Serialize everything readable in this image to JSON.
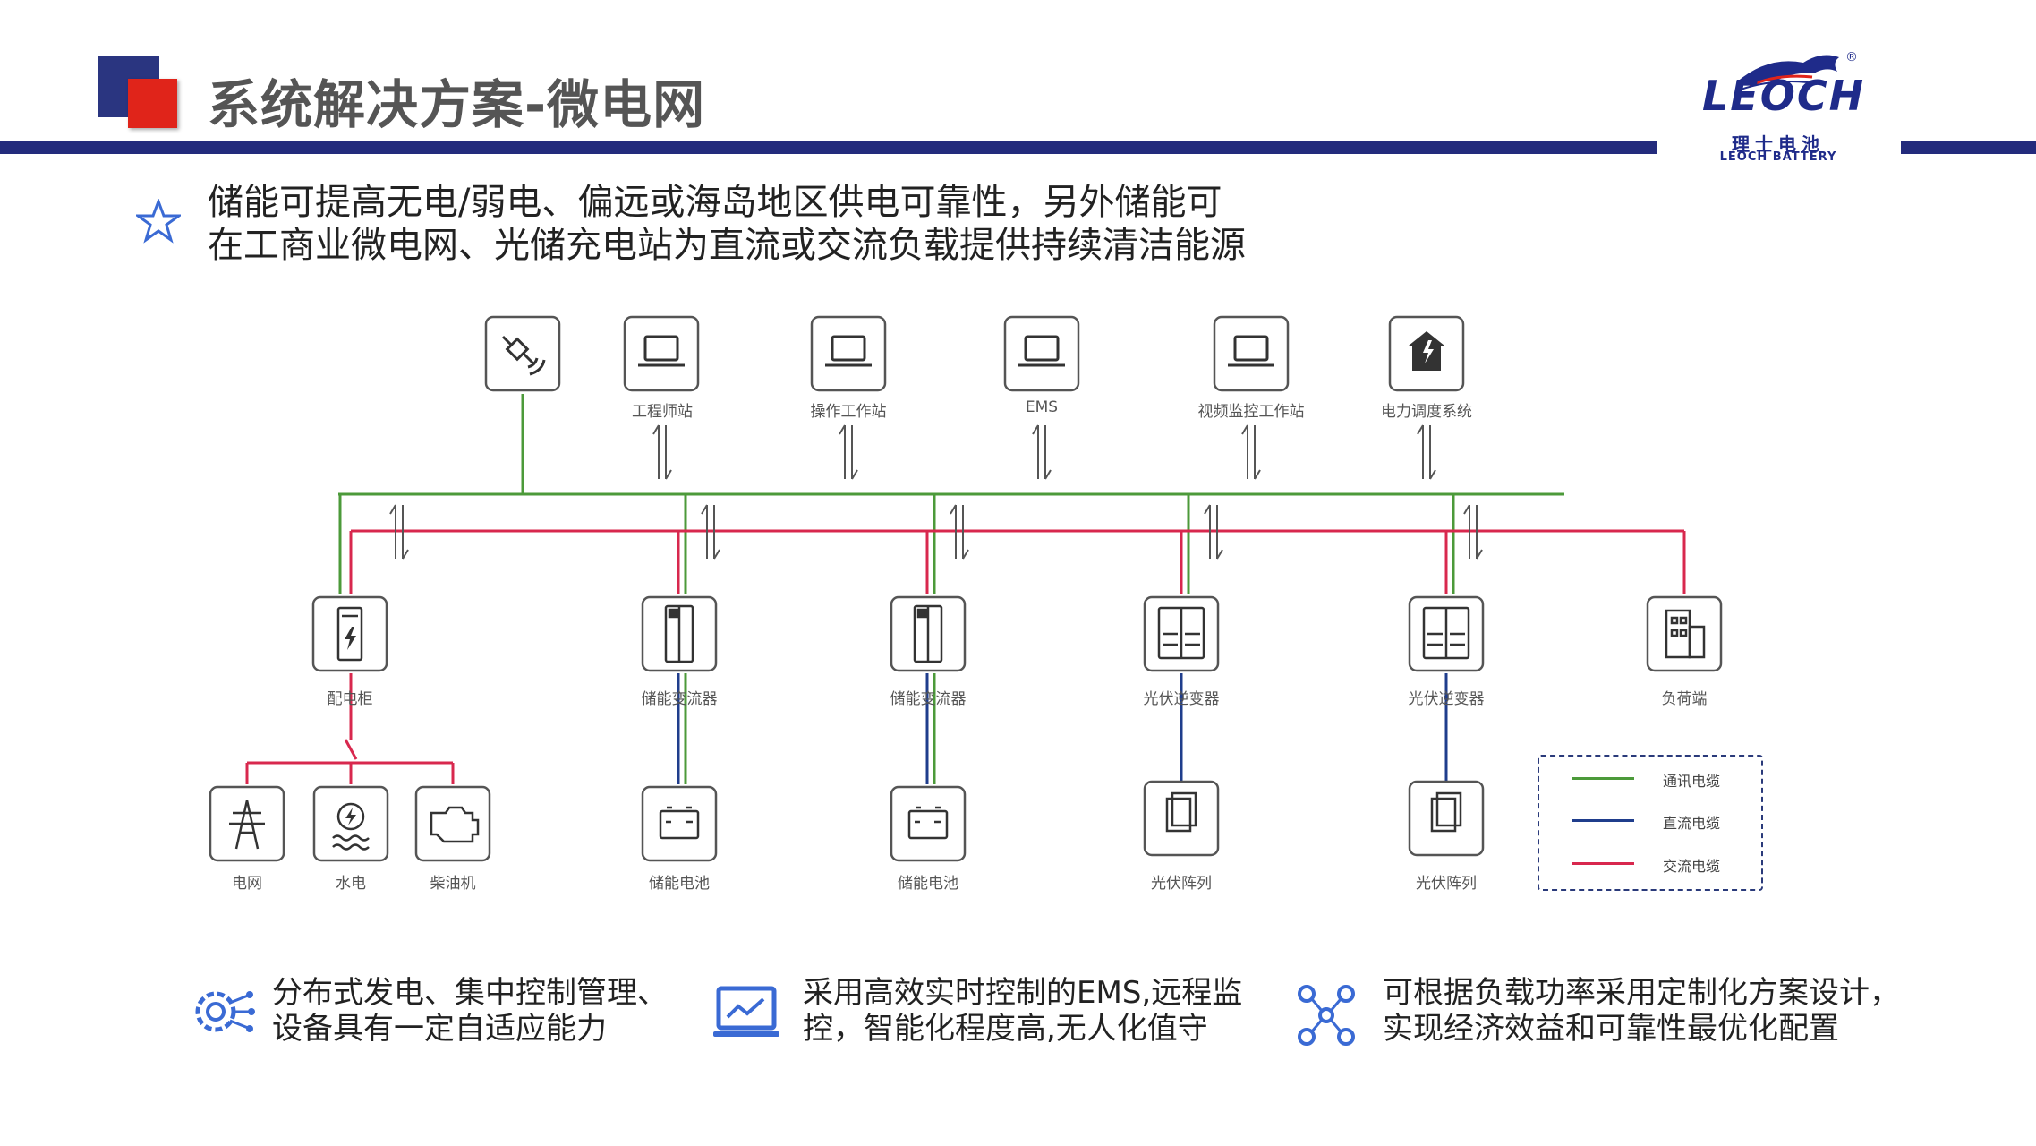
{
  "header": {
    "title": "系统解决方案-微电网",
    "logo_text": "LEOCH",
    "logo_cn": "理士电池",
    "logo_en": "LEOCH BATTERY",
    "logo_reg": "®",
    "brand_blue": "#232b7c",
    "brand_red": "#e0241a"
  },
  "intro": {
    "line1": "储能可提高无电/弱电、偏远或海岛地区供电可靠性，另外储能可",
    "line2": "在工商业微电网、光储充电站为直流或交流负载提供持续清洁能源",
    "icon": "star-icon"
  },
  "diagram": {
    "top_nodes": [
      {
        "label": "",
        "icon": "satellite-icon"
      },
      {
        "label": "工程师站",
        "icon": "laptop-icon"
      },
      {
        "label": "操作工作站",
        "icon": "laptop-icon"
      },
      {
        "label": "EMS",
        "icon": "laptop-icon"
      },
      {
        "label": "视频监控工作站",
        "icon": "laptop-icon"
      },
      {
        "label": "电力调度系统",
        "icon": "house-power-icon"
      }
    ],
    "mid_nodes": [
      {
        "label": "配电柜",
        "icon": "distribution-cabinet-icon"
      },
      {
        "label": "储能变流器",
        "icon": "pcs-cabinet-icon"
      },
      {
        "label": "储能变流器",
        "icon": "pcs-cabinet-icon"
      },
      {
        "label": "光伏逆变器",
        "icon": "pv-inverter-icon"
      },
      {
        "label": "光伏逆变器",
        "icon": "pv-inverter-icon"
      },
      {
        "label": "负荷端",
        "icon": "building-icon"
      }
    ],
    "bottom_nodes": [
      {
        "label": "电网",
        "icon": "power-tower-icon"
      },
      {
        "label": "水电",
        "icon": "hydro-icon"
      },
      {
        "label": "柴油机",
        "icon": "engine-icon"
      },
      {
        "label": "储能电池",
        "icon": "battery-icon"
      },
      {
        "label": "储能电池",
        "icon": "battery-icon"
      },
      {
        "label": "光伏阵列",
        "icon": "solar-panel-icon"
      },
      {
        "label": "光伏阵列",
        "icon": "solar-panel-icon"
      }
    ],
    "legend": [
      {
        "label": "通讯电缆",
        "color": "#4c9a3a"
      },
      {
        "label": "直流电缆",
        "color": "#1f3d8c"
      },
      {
        "label": "交流电缆",
        "color": "#d8284e"
      }
    ]
  },
  "features": [
    {
      "line1": "分布式发电、集中控制管理、",
      "line2": "设备具有一定自适应能力",
      "icon": "gear-network-icon"
    },
    {
      "line1": "采用高效实时控制的EMS,远程监",
      "line2": "控，智能化程度高,无人化值守",
      "icon": "monitor-chart-icon"
    },
    {
      "line1": "可根据负载功率采用定制化方案设计，",
      "line2": "实现经济效益和可靠性最优化配置",
      "icon": "nodes-icon"
    }
  ]
}
